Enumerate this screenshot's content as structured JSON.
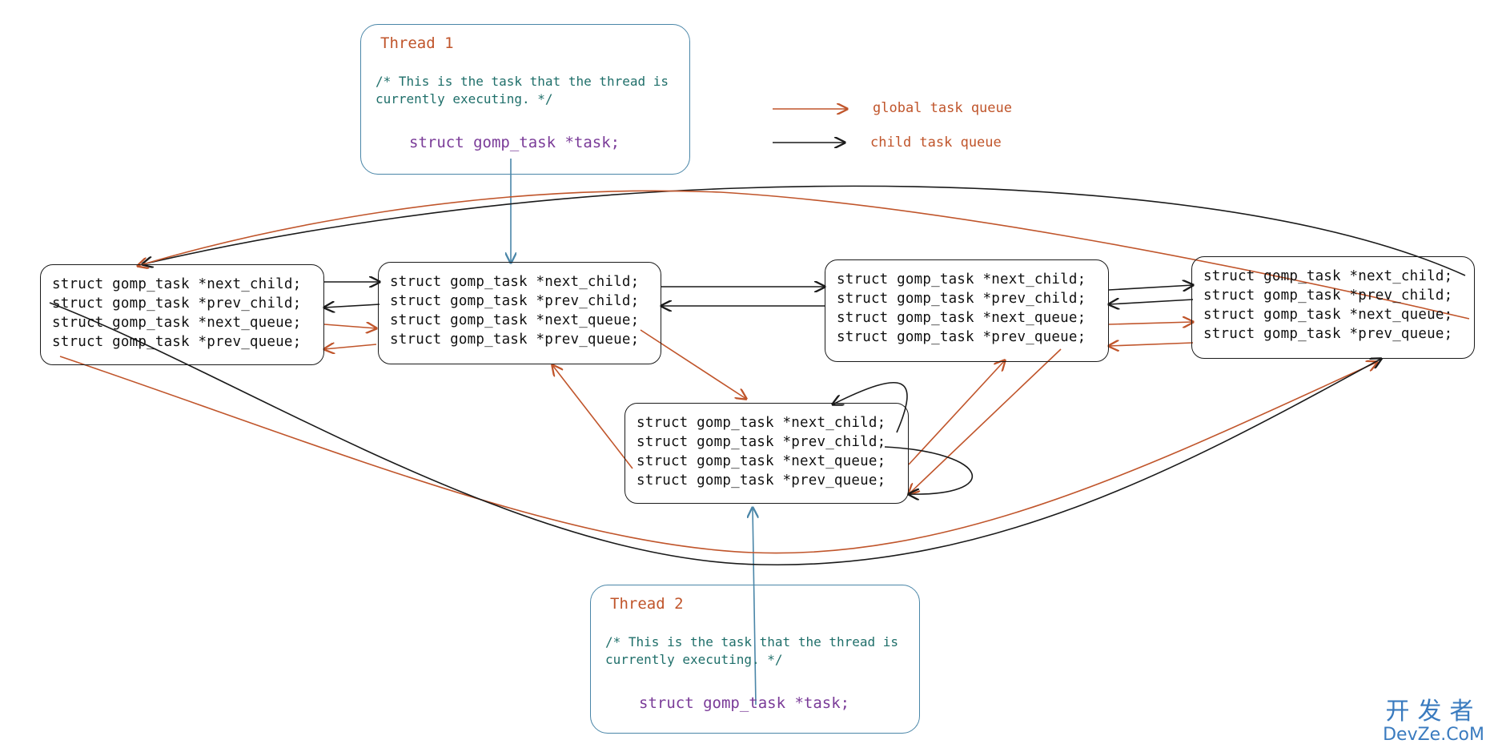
{
  "legend": {
    "global": {
      "label": "global task queue",
      "color": "#c0552b"
    },
    "child": {
      "label": "child task queue",
      "color": "#1a1a1a"
    }
  },
  "thread1": {
    "title": "Thread 1",
    "comment": "/* This is the task that the thread is\n  currently executing.  */",
    "decl": "struct gomp_task *task;"
  },
  "thread2": {
    "title": "Thread 2",
    "comment": "/* This is the task that the thread is\n  currently executing.  */",
    "decl": "struct gomp_task *task;"
  },
  "task_fields": [
    "struct gomp_task *next_child;",
    "struct gomp_task *prev_child;",
    "struct gomp_task *next_queue;",
    "struct gomp_task *prev_queue;"
  ],
  "tasks": [
    {
      "id": "task-1"
    },
    {
      "id": "task-2"
    },
    {
      "id": "task-3"
    },
    {
      "id": "task-4"
    },
    {
      "id": "task-5"
    }
  ],
  "colors": {
    "global_queue": "#c0552b",
    "child_queue": "#1a1a1a",
    "thread_pointer": "#4a86a8"
  },
  "watermark": {
    "cn": "开发者",
    "en": "DevZe.CoM"
  }
}
